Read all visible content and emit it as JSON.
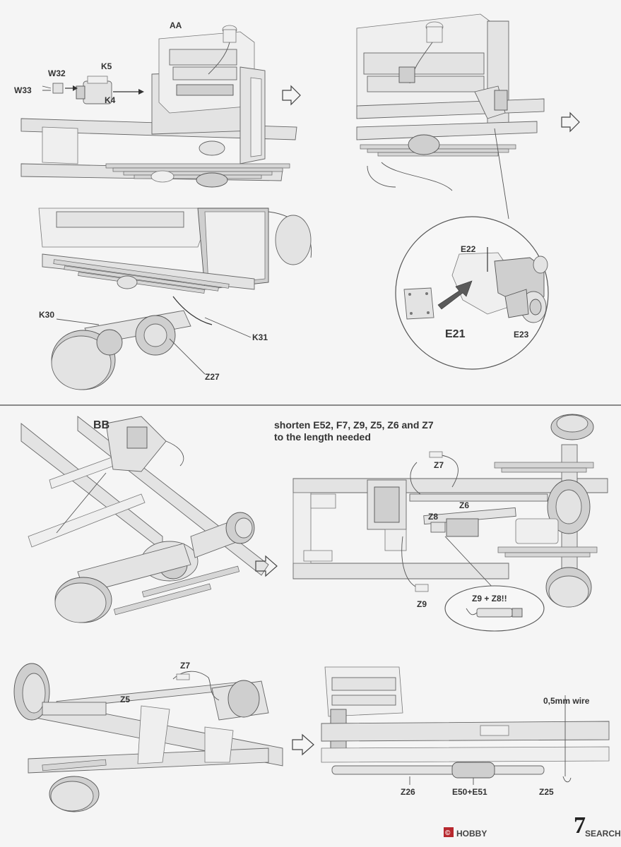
{
  "sections": {
    "top_left": {
      "callouts": [
        "AA",
        "W32",
        "W33",
        "K5",
        "K4"
      ]
    },
    "middle_left": {
      "callouts": [
        "K30",
        "K31",
        "Z27"
      ]
    },
    "detail_circle": {
      "callouts": [
        "E22",
        "E21",
        "E23"
      ]
    },
    "bb_label": "BB",
    "instruction": {
      "line1": "shorten E52, F7, Z9, Z5, Z6 and Z7",
      "line2": "to the length needed"
    },
    "right_mid": {
      "callouts": [
        "Z7",
        "Z6",
        "Z8",
        "Z9"
      ],
      "bubble_label": "Z9 + Z8!!"
    },
    "bottom_left": {
      "callouts": [
        "Z7",
        "Z5"
      ]
    },
    "bottom_right": {
      "callouts": [
        "0,5mm wire",
        "Z26",
        "E50+E51",
        "Z25"
      ]
    }
  },
  "page_number": "7",
  "watermark": {
    "brand": "HOBBY",
    "suffix": "SEARCH",
    "mark": "©"
  }
}
